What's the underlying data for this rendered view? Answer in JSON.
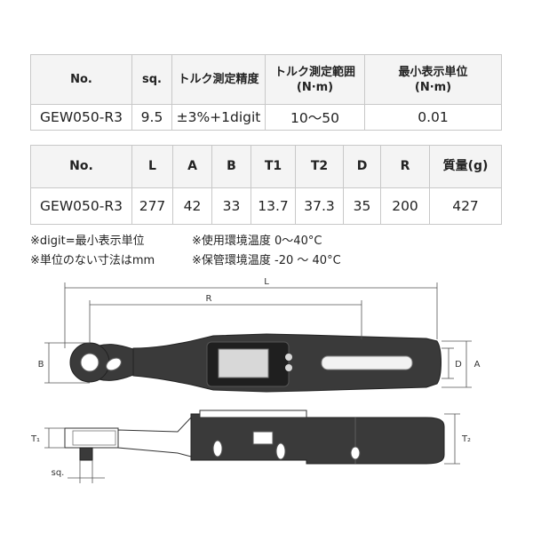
{
  "table1": {
    "headers": [
      "No.",
      "sq.",
      "トルク測定精度",
      "トルク測定範囲",
      "(N·m)",
      "最小表示単位",
      "(N·m)"
    ],
    "row": [
      "GEW050-R3",
      "9.5",
      "±3%+1digit",
      "10～50",
      "0.01"
    ]
  },
  "table2": {
    "headers": [
      "No.",
      "L",
      "A",
      "B",
      "T1",
      "T2",
      "D",
      "R",
      "質量(g)"
    ],
    "row": [
      "GEW050-R3",
      "277",
      "42",
      "33",
      "13.7",
      "37.3",
      "35",
      "200",
      "427"
    ]
  },
  "notes": {
    "left1": "※digit=最小表示単位",
    "left2": "※単位のない寸法はmm",
    "right1": "※使用環境温度 0～40°C",
    "right2": "※保管環境温度 -20 ～ 40°C"
  },
  "diagram_labels": {
    "L": "L",
    "R": "R",
    "B": "B",
    "D": "D",
    "A": "A",
    "T1": "T₁",
    "T2": "T₂",
    "sq": "sq."
  }
}
